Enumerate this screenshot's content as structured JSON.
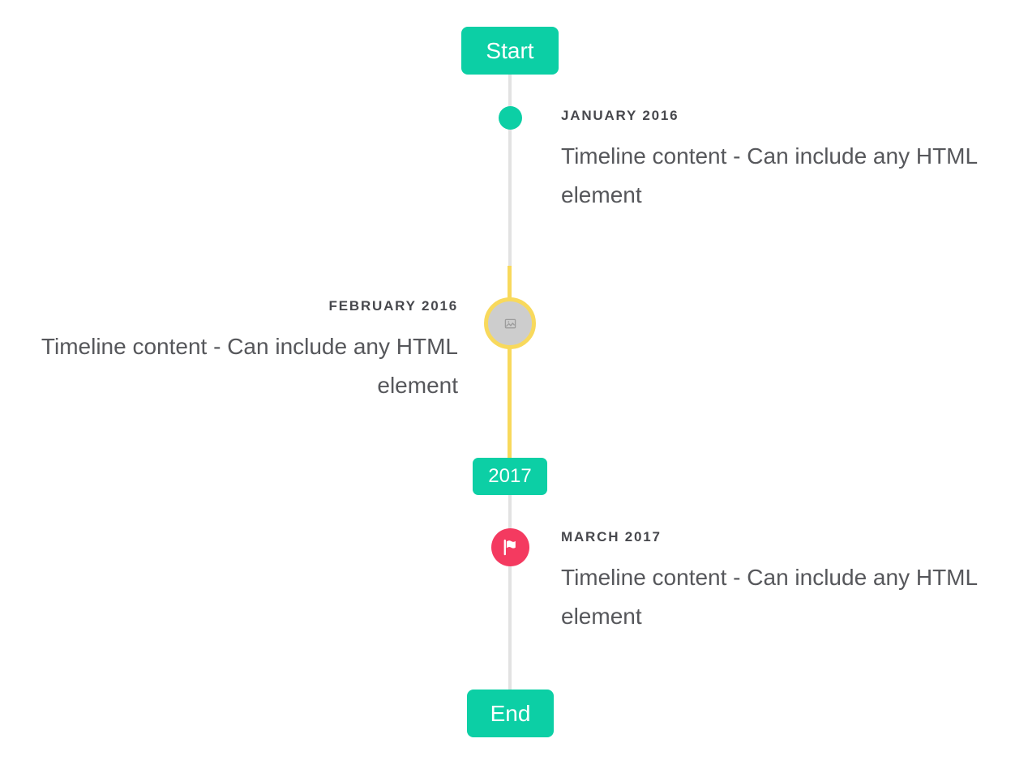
{
  "colors": {
    "accent_teal": "#0ccfa5",
    "highlight_yellow": "#f8d95c",
    "flag_red": "#f43a60",
    "line_gray": "#e2e2e2",
    "circle_gray": "#cdcdcd",
    "title_text": "#47484d",
    "content_text": "#56575b"
  },
  "timeline": {
    "start_label": "Start",
    "end_label": "End",
    "year_badge_label": "2017",
    "items": [
      {
        "date": "JANUARY 2016",
        "content": "Timeline content - Can include any HTML element",
        "side": "right",
        "marker": "teal-dot"
      },
      {
        "date": "FEBRUARY 2016",
        "content": "Timeline content - Can include any HTML element",
        "side": "left",
        "marker": "photo-circle-highlighted"
      },
      {
        "date": "MARCH 2017",
        "content": "Timeline content - Can include any HTML element",
        "side": "right",
        "marker": "red-flag"
      }
    ]
  }
}
